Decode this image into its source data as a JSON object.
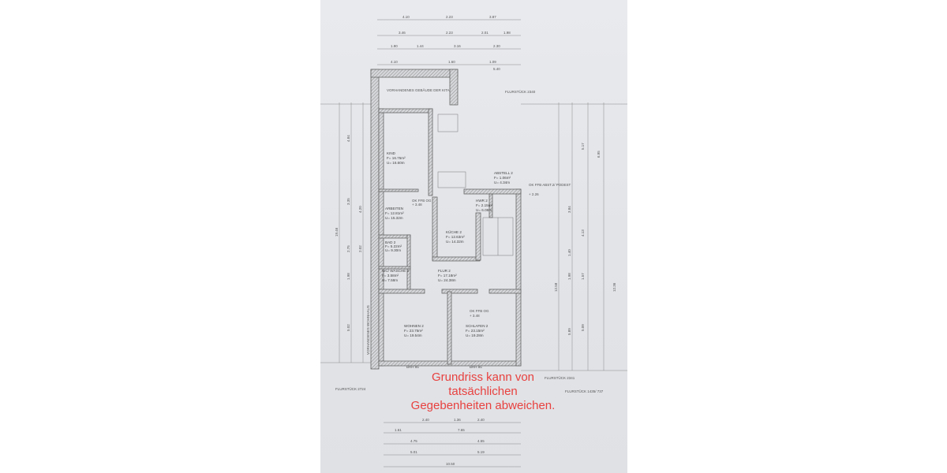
{
  "plan": {
    "labels": {
      "kita": "VORHANDENES GEBÄUDE DER KITA",
      "wohnhaus": "VORHANDENES WOHNHAUS",
      "flur2340": "FLURSTÜCK 2340",
      "flur2724": "FLURSTÜCK 2724",
      "flur2341": "FLURSTÜCK 2341",
      "flur1435": "FLURSTÜCK 1435/ 737",
      "ok1": "OK FFB OG",
      "ok1v": "+ 3.48",
      "ok2": "OK FFB ABST.2/ PODEST",
      "ok2v": "+ 2.26",
      "ok3": "OK FFB OG",
      "ok3v": "+ 3.48",
      "brh": "BRH 85"
    },
    "rooms": [
      {
        "name": "KIND",
        "area": "F= 16.75m²",
        "perimeter": "U= 16.60m"
      },
      {
        "name": "ARBEITEN",
        "area": "F= 12.81m²",
        "perimeter": "U= 15.32m"
      },
      {
        "name": "BAD 2",
        "area": "F= 5.22m²",
        "perimeter": "U= 9.30m"
      },
      {
        "name": "WC/ WÄSCHE 2",
        "area": "F= 3.58m²",
        "perimeter": "U= 7.58m"
      },
      {
        "name": "KÜCHE 2",
        "area": "F= 12.63m²",
        "perimeter": "U= 14.32m"
      },
      {
        "name": "HWR 2",
        "area": "F= 2.15m²",
        "perimeter": "U= 6.08m"
      },
      {
        "name": "ABSTELL 2",
        "area": "F= 1.06m²",
        "perimeter": "U= 4.34m"
      },
      {
        "name": "FLUR 2",
        "area": "F= 17.18m²",
        "perimeter": "U= 24.38m"
      },
      {
        "name": "WOHNEN 2",
        "area": "F= 23.75m²",
        "perimeter": "U= 19.54m"
      },
      {
        "name": "SCHLAFEN 2",
        "area": "F= 23.15m²",
        "perimeter": "U= 19.28m"
      }
    ],
    "dims_top": [
      "4.10",
      "2.23",
      "3.87",
      "3.46",
      "2.23",
      "2.01",
      "1.98",
      "1.90",
      "1.44",
      "3.16",
      "2.30",
      "4.10",
      "1.60",
      "1.09",
      "5.40"
    ],
    "dims_left": [
      "4.84",
      "3.35",
      "4.20",
      "2.75",
      "2.02",
      "1.98",
      "5.02",
      "19.46"
    ],
    "dims_right": [
      "5.17",
      "6.95",
      "3.84",
      "4.13",
      "1.40",
      "1.98",
      "1.57",
      "5.09",
      "5.89",
      "12.58",
      "12.36"
    ],
    "dims_bottom": [
      "2.40",
      "1.36",
      "2.40",
      "1.61",
      "7.65",
      "4.75",
      "4.55",
      "5.01",
      "5.19",
      "10.50"
    ]
  },
  "note": {
    "line1": "Grundriss kann von",
    "line2": "tatsächlichen",
    "line3": "Gegebenheiten abweichen.",
    "color": "#e8413f"
  }
}
